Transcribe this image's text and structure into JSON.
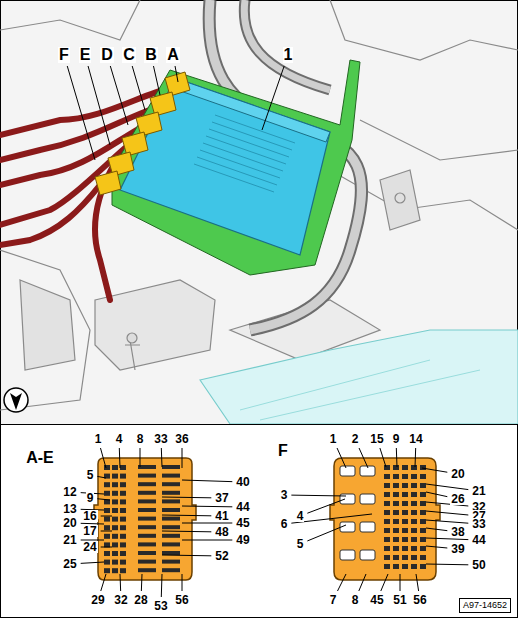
{
  "diagram": {
    "labels": [
      "F",
      "E",
      "D",
      "C",
      "B",
      "A",
      "1",
      "A-E",
      "1",
      "4",
      "8",
      "33",
      "36",
      "5",
      "12",
      "9",
      "13",
      "16",
      "20",
      "17",
      "21",
      "24",
      "25",
      "40",
      "37",
      "44",
      "41",
      "45",
      "48",
      "49",
      "52",
      "29",
      "32",
      "28",
      "53",
      "56",
      "F",
      "1",
      "2",
      "15",
      "9",
      "14",
      "3",
      "4",
      "6",
      "5",
      "20",
      "26",
      "21",
      "32",
      "27",
      "33",
      "38",
      "44",
      "39",
      "50",
      "7",
      "8",
      "45",
      "51",
      "56",
      "A97-14652"
    ]
  }
}
